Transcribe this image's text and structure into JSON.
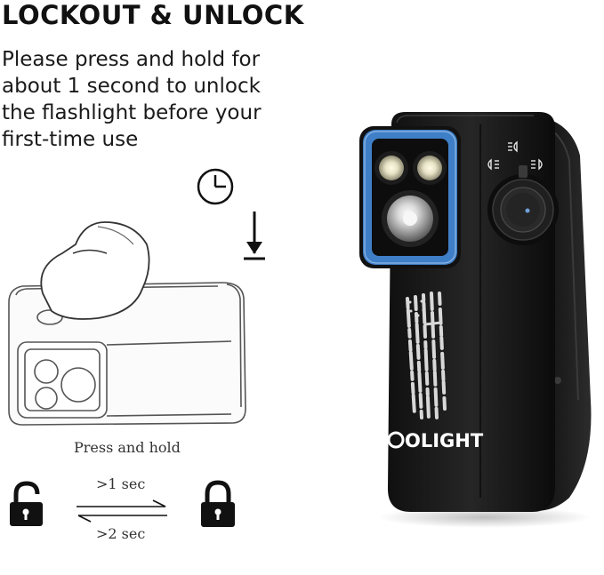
{
  "title": "LOCKOUT & UNLOCK",
  "description_lines": [
    "Please press and hold for",
    "about 1 second to unlock",
    "the flashlight before your",
    "first-time use"
  ],
  "caption": "Press and hold",
  "unlock_timing": ">1 sec",
  "lock_timing": ">2 sec",
  "brand": "OLIGHT",
  "icons": [
    "clock-icon",
    "arrow-down-icon",
    "unlocked-padlock-icon",
    "locked-padlock-icon",
    "exchange-arrows-icon"
  ],
  "colors": {
    "bezel": "#3f7fc7",
    "body": "#161616",
    "text": "#111111"
  }
}
